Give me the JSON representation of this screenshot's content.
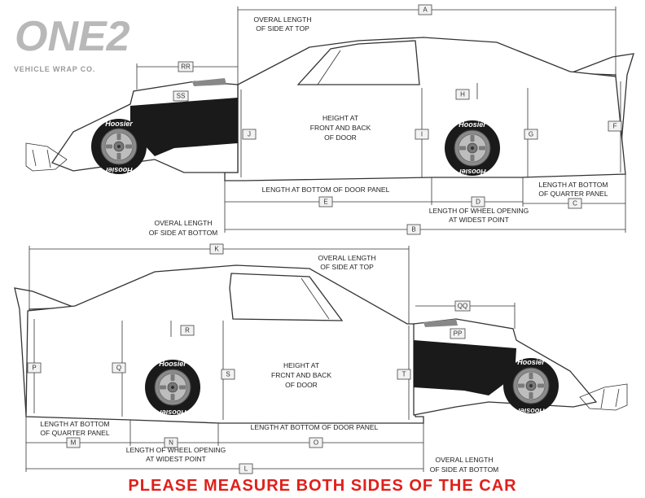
{
  "logo": {
    "name": "ONE2",
    "subtitle": "VEHICLE WRAP CO."
  },
  "tire_brand": "Hoosier",
  "accent_color": "#e0201b",
  "top_car": {
    "labels": {
      "overall_top_1": "OVERAL LENGTH",
      "overall_top_2": "OF SIDE AT TOP",
      "height_1": "HEIGHT AT",
      "height_2": "FRONT AND BACK",
      "height_3": "OF DOOR",
      "door_bottom": "LENGTH AT BOTTOM OF DOOR PANEL",
      "wheel_1": "LENGTH OF WHEEL OPENING",
      "wheel_2": "AT WIDEST POINT",
      "quarter_1": "LENGTH AT BOTTOM",
      "quarter_2": "OF QUARTER PANEL",
      "overall_bottom_1": "OVERAL LENGTH",
      "overall_bottom_2": "OF SIDE AT BOTTOM"
    },
    "markers": {
      "A": "A",
      "B": "B",
      "C": "C",
      "D": "D",
      "E": "E",
      "F": "F",
      "G": "G",
      "H": "H",
      "I": "I",
      "J": "J",
      "RR": "RR",
      "SS": "SS"
    }
  },
  "bottom_car": {
    "labels": {
      "overall_top_1": "OVERAL LENGTH",
      "overall_top_2": "OF SIDE AT TOP",
      "height_1": "HEIGHT AT",
      "height_2": "FRCNT AND BACK",
      "height_3": "OF DOOR",
      "door_bottom": "LENGTH AT BOTTOM OF DOOR PANEL",
      "wheel_1": "LENGTH OF WHEEL OPENING",
      "wheel_2": "AT WIDEST POINT",
      "quarter_1": "LENGTH AT BOTTOM",
      "quarter_2": "OF QUARTER PANEL",
      "overall_bottom_1": "OVERAL LENGTH",
      "overall_bottom_2": "OF SIDE AT BOTTOM"
    },
    "markers": {
      "K": "K",
      "L": "L",
      "M": "M",
      "N": "N",
      "O": "O",
      "P": "P",
      "Q": "Q",
      "R": "R",
      "S": "S",
      "T": "T",
      "QQ": "QQ",
      "PP": "PP"
    }
  },
  "footer": "PLEASE MEASURE BOTH SIDES OF THE CAR"
}
